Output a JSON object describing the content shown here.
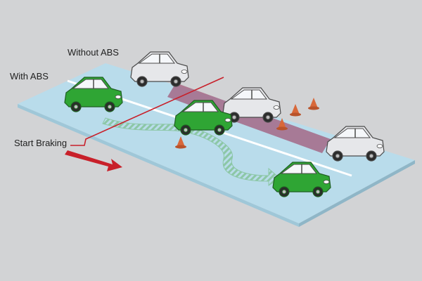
{
  "labels": {
    "without_abs": "Without ABS",
    "with_abs": "With ABS",
    "start_braking": "Start Braking"
  },
  "colors": {
    "background": "#d2d3d5",
    "road": "#b9dceb",
    "lane_marking": "#ffffff",
    "abs_car": "#2fa534",
    "non_abs_car": "#e6e7ea",
    "braking_line": "#c8202a",
    "skid_path_without_abs": "#a25a7a",
    "path_with_abs": "#8cc7a6",
    "cone": "#d8683a"
  },
  "icons": {
    "car": "car-icon",
    "cone": "traffic-cone-icon",
    "arrow": "arrow-right-icon"
  }
}
